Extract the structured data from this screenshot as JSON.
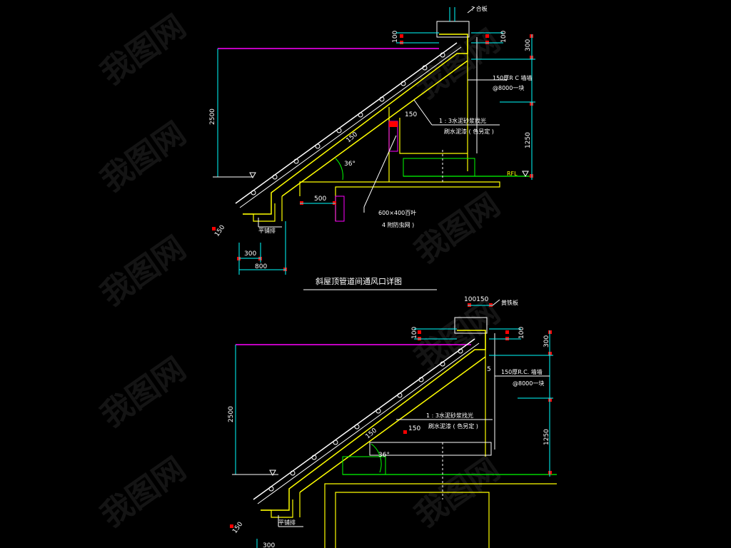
{
  "drawing": {
    "title": "斜屋顶管道间通风口详图",
    "top_detail": {
      "dims": {
        "overall_height": "2500",
        "lower_height": "1250",
        "upper_right_1": "100",
        "upper_right_2": "300",
        "left_100": "100",
        "label_150_a": "150",
        "label_150_b": "150",
        "angle": "36°",
        "label_500": "500",
        "eave_150": "150",
        "bottom_300": "300",
        "bottom_800": "800"
      },
      "notes": {
        "cap": "? 合板",
        "wall": "150厚R C 墙墙",
        "wall_spacing": "@8000一块",
        "mortar": "1 : 3水泥砂浆找光",
        "paint": "刷水泥漆 ( 色另定 )",
        "vent": "600×400百叶",
        "vent_sub": "4 附防虫网 )",
        "gutter": "平铺排",
        "rfl": "RFL"
      }
    },
    "bottom_detail": {
      "dims": {
        "top_100_150": "100150",
        "overall_height": "2500",
        "lower_height": "1250",
        "upper_right_1": "100",
        "upper_right_2": "300",
        "left_100": "100",
        "label_5": "5",
        "label_150_a": "150",
        "label_150_b": "150",
        "angle": "36°",
        "eave_150": "150",
        "bottom_300": "300"
      },
      "notes": {
        "cap": "黄铁板",
        "wall": "150厚R.C. 墙墙",
        "wall_spacing": "@8000一块",
        "mortar": "1 : 3水泥砂浆找光",
        "paint": "刷水泥漆 ( 色另定 )",
        "gutter": "平铺排"
      }
    },
    "watermark": "我图网",
    "colors": {
      "background": "#000000",
      "structure": "#ffff00",
      "tiles": "#ffffff",
      "dimension": "#00ffff",
      "leader": "#ffffff",
      "marker": "#ff0000",
      "accent": "#ff00ff",
      "slab": "#00ff00"
    }
  }
}
